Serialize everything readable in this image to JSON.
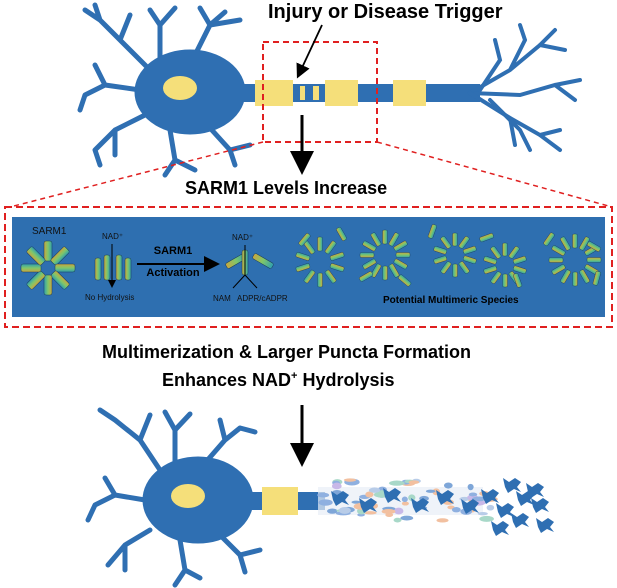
{
  "labels": {
    "trigger": "Injury or Disease Trigger",
    "sarm1_increase": "SARM1 Levels Increase",
    "sarm1": "SARM1",
    "nad_1": "NAD⁺",
    "no_hydrolysis": "No Hydrolysis",
    "activation_line1": "SARM1",
    "activation_line2": "Activation",
    "nad_2": "NAD⁺",
    "nam": "NAM",
    "adpr": "ADPR/cADPR",
    "multimeric": "Potential Multimeric Species",
    "bottom_line1": "Multimerization & Larger Puncta Formation",
    "bottom_line2_prefix": "Enhances NAD",
    "bottom_line2_sup": "+",
    "bottom_line2_suffix": " Hydrolysis"
  },
  "colors": {
    "neuron": "#2f6fb2",
    "nucleus": "#f5df7a",
    "myelin": "#f5df7a",
    "dashed_box": "#e02020",
    "band": "#2e6fb0",
    "arrow": "#000000"
  }
}
